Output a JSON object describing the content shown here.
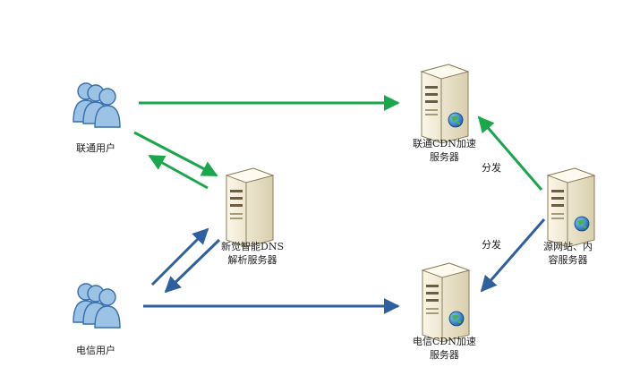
{
  "nodes": {
    "unicom_users": {
      "label": "联通用户"
    },
    "telecom_users": {
      "label": "电信用户"
    },
    "dns_server": {
      "label_line1": "新觉智能DNS",
      "label_line2": "解析服务器"
    },
    "unicom_cdn": {
      "label_line1": "联通CDN加速",
      "label_line2": "服务器"
    },
    "telecom_cdn": {
      "label_line1": "电信CDN加速",
      "label_line2": "服务器"
    },
    "origin": {
      "label_line1": "源网站、内",
      "label_line2": "容服务器"
    }
  },
  "edges": {
    "distribute_top": {
      "label": "分发"
    },
    "distribute_bottom": {
      "label": "分发"
    }
  },
  "colors": {
    "unicom_arrow": "#1aa64a",
    "telecom_arrow": "#2f5f9e",
    "person_fill": "#9cc2e6",
    "person_stroke": "#3a6fa8",
    "server_fill": "#f2ecd6",
    "server_stroke": "#8a7e5c"
  },
  "icons": {
    "users": "people-group-icon",
    "server": "server-tower-icon",
    "globe": "globe-icon"
  }
}
